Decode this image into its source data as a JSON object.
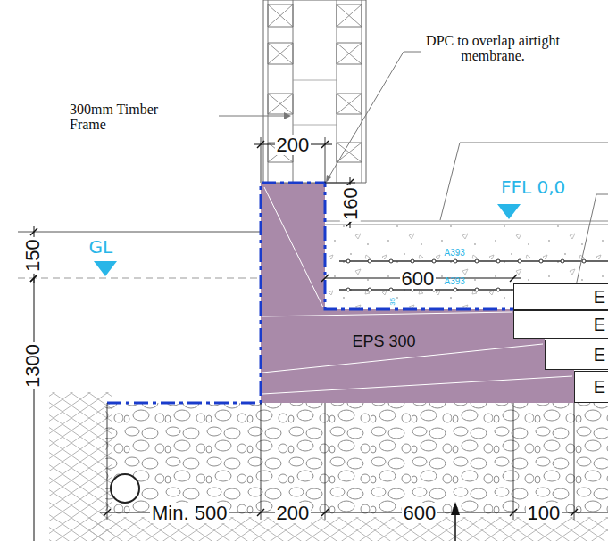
{
  "diagram": {
    "nodes": [
      {
        "text": [
          "E"
        ]
      },
      {
        "text": [
          "E"
        ]
      },
      {
        "text": [
          "E"
        ]
      },
      {
        "text": [
          "E"
        ]
      }
    ],
    "labels": [
      "300mm Timber Frame",
      "DPC to overlap airtight membrane.",
      "200",
      "160",
      "150",
      "GL",
      "FFL 0,0",
      "A393",
      "600",
      "A393",
      "35",
      "EPS 300",
      "1300",
      "Min. 500",
      "200",
      "600",
      "100"
    ]
  }
}
